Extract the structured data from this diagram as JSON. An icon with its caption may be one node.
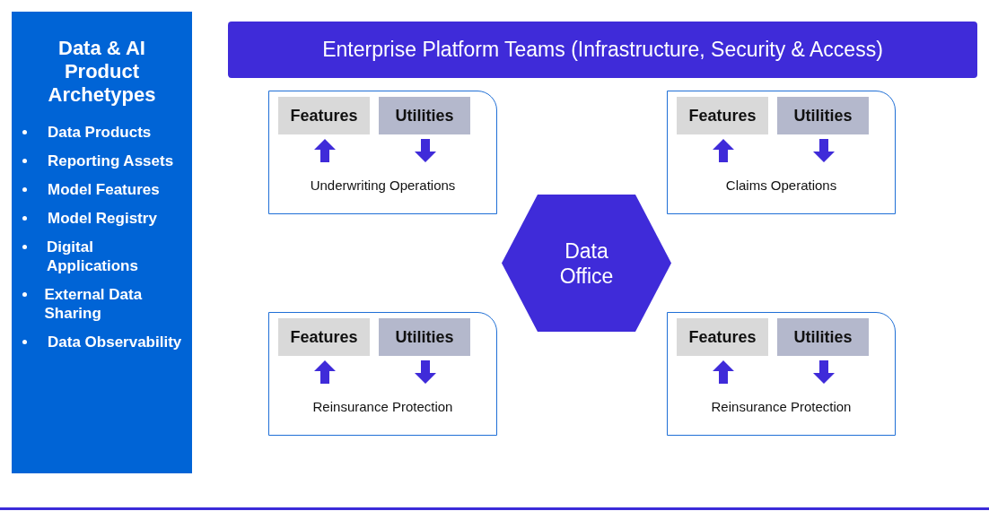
{
  "diagram": {
    "nodes": [
      {
        "text": [
          "Data & AI Product Archetypes",
          "Data Products",
          "Reporting Assets",
          "Model Features",
          "Model Registry",
          "Digital Applications",
          "External Data Sharing",
          "Data Observability"
        ]
      },
      {
        "text": [
          "Enterprise Platform Teams (Infrastructure, Security & Access)"
        ]
      },
      {
        "text": [
          "Underwriting Operations"
        ]
      },
      {
        "text": [
          "Features"
        ],
        "in": 2
      },
      {
        "text": [
          "Utilities"
        ],
        "in": 2
      },
      {
        "text": [
          "Claims Operations"
        ]
      },
      {
        "text": [
          "Features"
        ],
        "in": 5
      },
      {
        "text": [
          "Utilities"
        ],
        "in": 5
      },
      {
        "text": [
          "Data Office"
        ]
      },
      {
        "text": [
          "Reinsurance Protection"
        ]
      },
      {
        "text": [
          "Features"
        ],
        "in": 9
      },
      {
        "text": [
          "Utilities"
        ],
        "in": 9
      },
      {
        "text": [
          "Reinsurance Protection"
        ]
      },
      {
        "text": [
          "Features"
        ],
        "in": 12
      },
      {
        "text": [
          "Utilities"
        ],
        "in": 12
      }
    ]
  }
}
